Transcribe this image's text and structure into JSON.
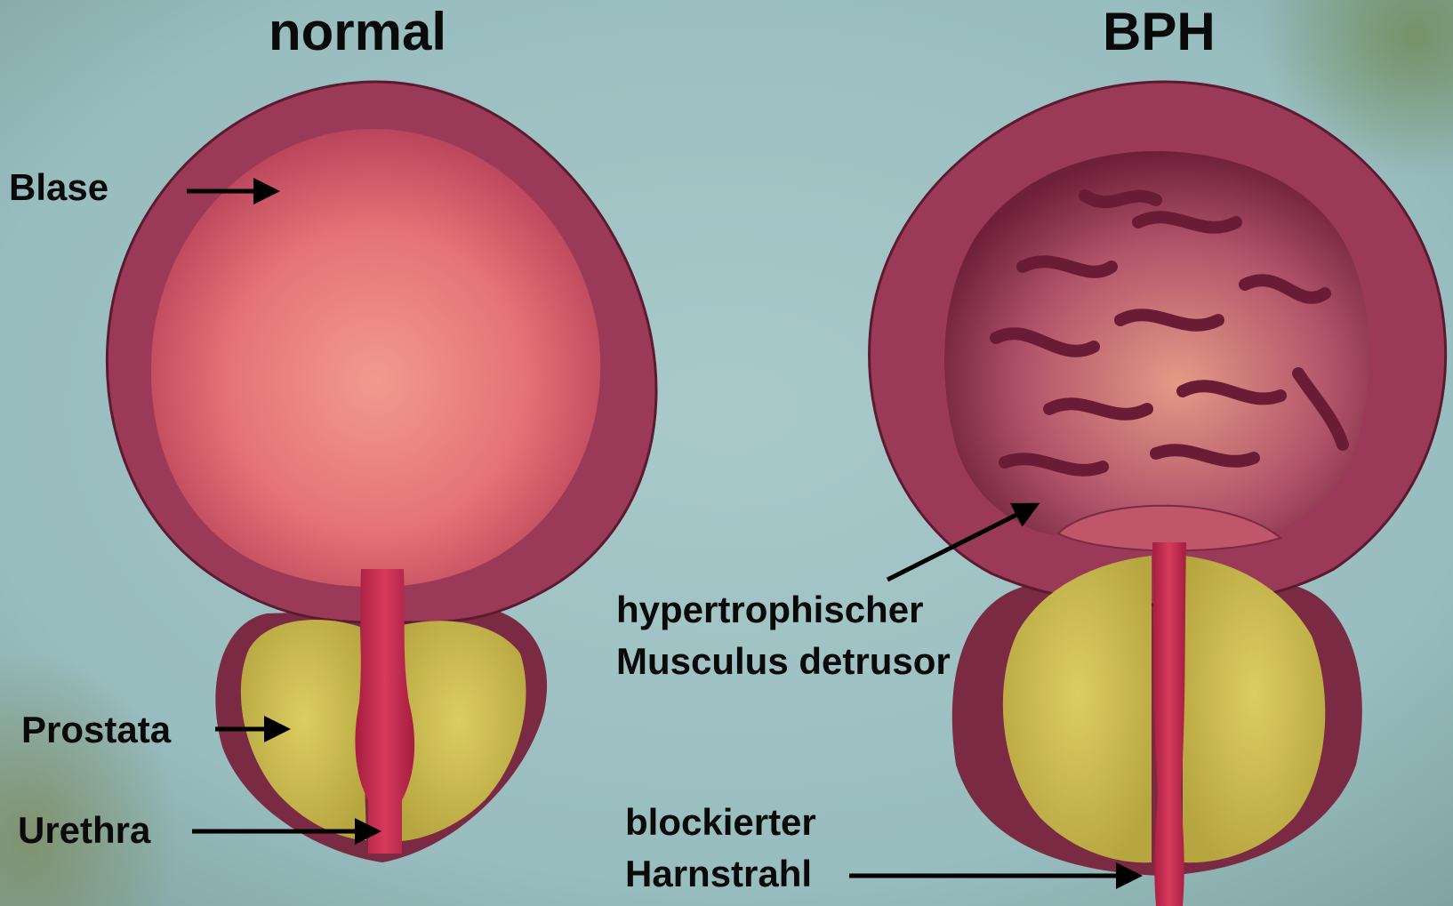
{
  "panels": {
    "normal": {
      "title": "normal",
      "labels": {
        "bladder": "Blase",
        "prostate": "Prostata",
        "urethra": "Urethra"
      }
    },
    "bph": {
      "title": "BPH",
      "labels": {
        "detrusor_line1": "hypertrophischer",
        "detrusor_line2": "Musculus detrusor",
        "stream_line1": "blockierter",
        "stream_line2": "Harnstrahl"
      }
    }
  },
  "colors": {
    "background": "#9cc0c2",
    "bladder_wall": "#9a3a58",
    "bladder_lumen": "#e5787c",
    "prostate": "#d2c24c",
    "urethra": "#c62a4e",
    "arrow": "#000000"
  }
}
